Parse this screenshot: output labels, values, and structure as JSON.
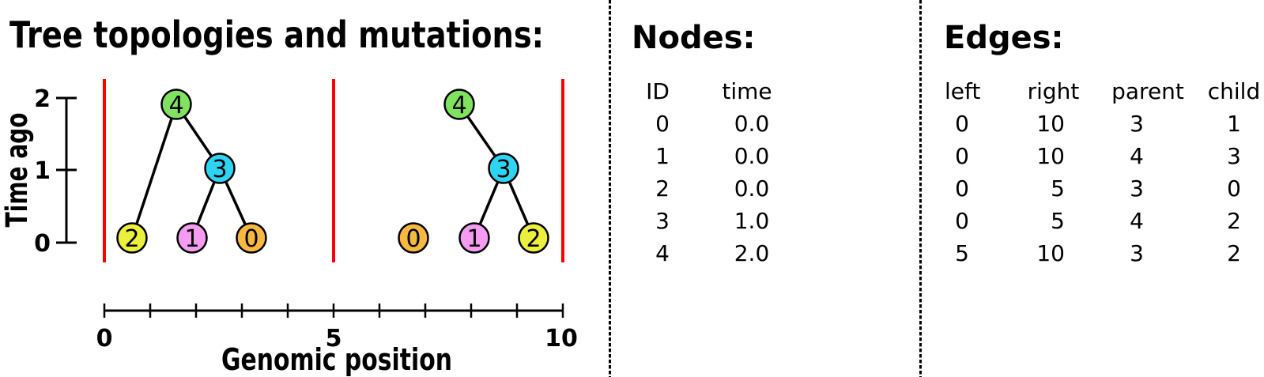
{
  "figure": {
    "title": "Tree topologies and mutations:",
    "y_axis": {
      "title": "Time ago",
      "ticks": {
        "t2": "2",
        "t1": "1",
        "t0": "0"
      }
    },
    "x_axis": {
      "title": "Genomic position",
      "ticks": {
        "p0": "0",
        "p5": "5",
        "p10": "10"
      }
    },
    "breakpoint_color": "#ff0000",
    "node_colors": {
      "n0": "#f6b83e",
      "n1": "#f59bf2",
      "n2": "#ecf03c",
      "n3": "#2ed5f2",
      "n4": "#7fe360"
    },
    "node_labels": {
      "n0": "0",
      "n1": "1",
      "n2": "2",
      "n3": "3",
      "n4": "4"
    }
  },
  "nodes_panel": {
    "heading": "Nodes:",
    "columns": {
      "id": "ID",
      "time": "time"
    },
    "rows": [
      {
        "id": "0",
        "time": "0.0"
      },
      {
        "id": "1",
        "time": "0.0"
      },
      {
        "id": "2",
        "time": "0.0"
      },
      {
        "id": "3",
        "time": "1.0"
      },
      {
        "id": "4",
        "time": "2.0"
      }
    ]
  },
  "edges_panel": {
    "heading": "Edges:",
    "columns": {
      "left": "left",
      "right": "right",
      "parent": "parent",
      "child": "child"
    },
    "rows": [
      {
        "left": "0",
        "right": "10",
        "parent": "3",
        "child": "1"
      },
      {
        "left": "0",
        "right": "10",
        "parent": "4",
        "child": "3"
      },
      {
        "left": "0",
        "right": "5",
        "parent": "3",
        "child": "0"
      },
      {
        "left": "0",
        "right": "5",
        "parent": "4",
        "child": "2"
      },
      {
        "left": "5",
        "right": "10",
        "parent": "3",
        "child": "2"
      }
    ]
  }
}
